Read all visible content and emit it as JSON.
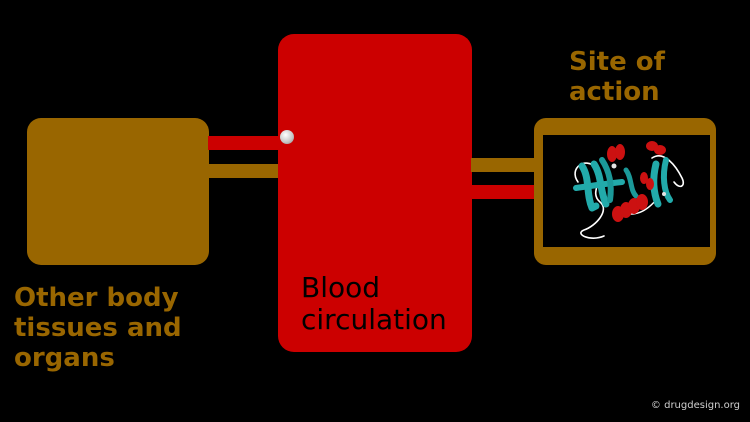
{
  "diagram": {
    "tissue_label": "Other body\ntissues and\norgans",
    "blood_label": "Blood\ncirculation",
    "site_label": "Site of\naction",
    "copyright": "© drugdesign.org"
  },
  "colors": {
    "brown": "#996600",
    "red": "#cc0000",
    "background": "#000000",
    "protein_helix": "#cc1111",
    "protein_sheet": "#22aaaa",
    "protein_coil": "#ffffff"
  },
  "icons": {
    "drug_molecule": "drug-molecule-icon",
    "protein_structure": "protein-structure-icon"
  }
}
